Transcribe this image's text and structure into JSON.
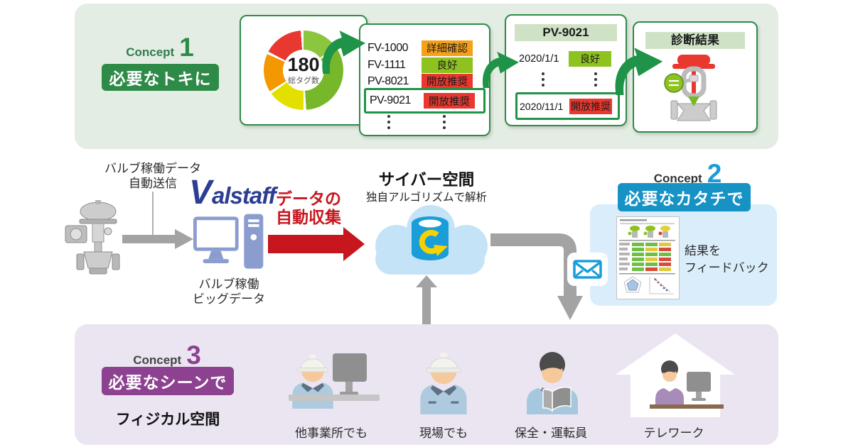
{
  "concept1": {
    "label": "Concept",
    "number": "1",
    "tagline": "必要なトキに"
  },
  "donut_card": {
    "value": "180",
    "caption": "総タグ数"
  },
  "tag_card": {
    "rows": [
      {
        "tag": "FV-1000",
        "status": "詳細確認",
        "color": "#f5a019"
      },
      {
        "tag": "FV-1111",
        "status": "良好",
        "color": "#8dc21f"
      },
      {
        "tag": "PV-8021",
        "status": "開放推奨",
        "color": "#e8382f"
      },
      {
        "tag": "PV-9021",
        "status": "開放推奨",
        "color": "#e8382f",
        "highlighted": true
      }
    ]
  },
  "history_card": {
    "title": "PV-9021",
    "rows": [
      {
        "date": "2020/1/1",
        "status": "良好",
        "color": "#8dc21f"
      },
      {
        "date": "2020/11/1",
        "status": "開放推奨",
        "color": "#e8382f",
        "highlighted": true
      }
    ]
  },
  "diagnosis_card": {
    "title": "診断結果"
  },
  "field": {
    "send_line1": "バルブ稼働データ",
    "send_line2": "自動送信",
    "logo_initial": "V",
    "logo_rest": "alstaff",
    "bigdata_line1": "バルブ稼働",
    "bigdata_line2": "ビッグデータ"
  },
  "collect": {
    "line1": "データの",
    "line2": "自動収集"
  },
  "cyber": {
    "title": "サイバー空間",
    "subtitle": "独自アルゴリズムで解析"
  },
  "concept2": {
    "label": "Concept",
    "number": "2",
    "tagline": "必要なカタチで",
    "feedback_line1": "結果を",
    "feedback_line2": "フィードバック"
  },
  "concept3": {
    "label": "Concept",
    "number": "3",
    "tagline": "必要なシーンで",
    "space_label": "フィジカル空間"
  },
  "workers": [
    {
      "label": "他事業所でも"
    },
    {
      "label": "現場でも"
    },
    {
      "label": "保全・運転員"
    },
    {
      "label": "テレワーク"
    }
  ],
  "colors": {
    "panel_green": "#e4ede3",
    "accent_green": "#2e8b47",
    "arrow_green": "#1f9347",
    "status_good": "#8dc21f",
    "status_check": "#f5a019",
    "status_open": "#e8382f",
    "accent_blue": "#1692c5",
    "panel_blue": "#daedfa",
    "cloud_blue": "#c5e3f7",
    "accent_purple": "#8d4191",
    "panel_purple": "#ebe5f1",
    "accent_red": "#c7161d",
    "arrow_gray": "#a3a3a3",
    "logo_navy": "#2b3e91"
  }
}
